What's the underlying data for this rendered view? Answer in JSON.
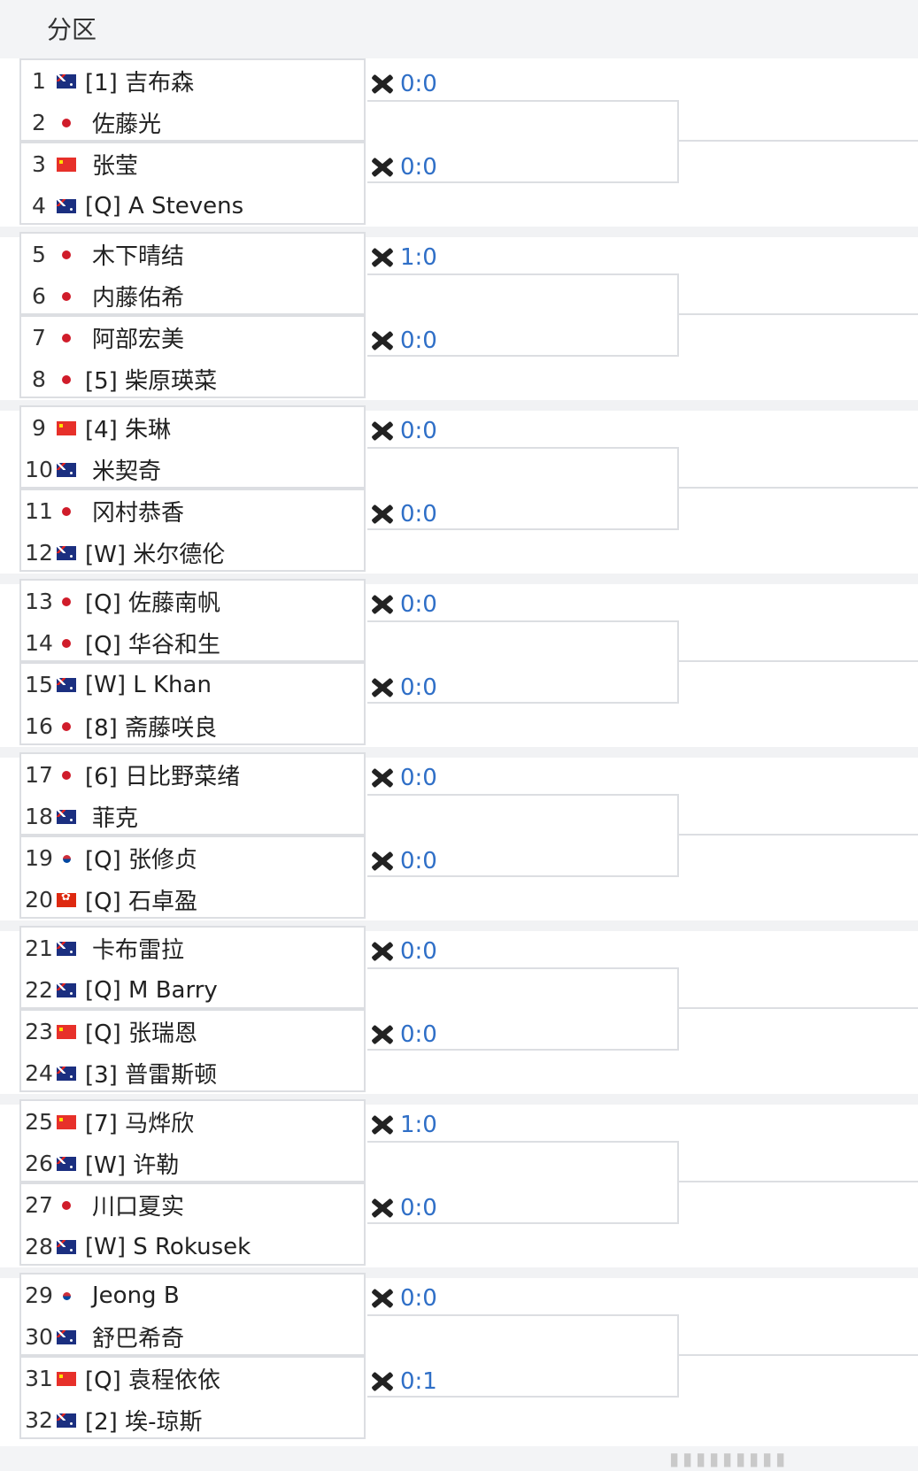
{
  "header": {
    "title": "分区"
  },
  "sections": [
    {
      "players": [
        {
          "num": "1",
          "flag": "au",
          "name": "[1] 吉布森"
        },
        {
          "num": "2",
          "flag": "jp",
          "name": "佐藤光"
        },
        {
          "num": "3",
          "flag": "cn",
          "name": "张莹"
        },
        {
          "num": "4",
          "flag": "au",
          "name": "[Q] A Stevens"
        }
      ],
      "scores": [
        "0:0",
        "0:0"
      ]
    },
    {
      "players": [
        {
          "num": "5",
          "flag": "jp",
          "name": "木下晴结"
        },
        {
          "num": "6",
          "flag": "jp",
          "name": "内藤佑希"
        },
        {
          "num": "7",
          "flag": "jp",
          "name": "阿部宏美"
        },
        {
          "num": "8",
          "flag": "jp",
          "name": "[5] 柴原瑛菜"
        }
      ],
      "scores": [
        "1:0",
        "0:0"
      ]
    },
    {
      "players": [
        {
          "num": "9",
          "flag": "cn",
          "name": "[4] 朱琳"
        },
        {
          "num": "10",
          "flag": "au",
          "name": "米契奇"
        },
        {
          "num": "11",
          "flag": "jp",
          "name": "冈村恭香"
        },
        {
          "num": "12",
          "flag": "au",
          "name": "[W] 米尔德伦"
        }
      ],
      "scores": [
        "0:0",
        "0:0"
      ]
    },
    {
      "players": [
        {
          "num": "13",
          "flag": "jp",
          "name": "[Q] 佐藤南帆"
        },
        {
          "num": "14",
          "flag": "jp",
          "name": "[Q] 华谷和生"
        },
        {
          "num": "15",
          "flag": "au",
          "name": "[W] L Khan"
        },
        {
          "num": "16",
          "flag": "jp",
          "name": "[8] 斋藤咲良"
        }
      ],
      "scores": [
        "0:0",
        "0:0"
      ]
    },
    {
      "players": [
        {
          "num": "17",
          "flag": "jp",
          "name": "[6] 日比野菜绪"
        },
        {
          "num": "18",
          "flag": "au",
          "name": "菲克"
        },
        {
          "num": "19",
          "flag": "kr",
          "name": "[Q] 张修贞"
        },
        {
          "num": "20",
          "flag": "hk",
          "name": "[Q] 石卓盈"
        }
      ],
      "scores": [
        "0:0",
        "0:0"
      ]
    },
    {
      "players": [
        {
          "num": "21",
          "flag": "au",
          "name": "卡布雷拉"
        },
        {
          "num": "22",
          "flag": "au",
          "name": "[Q] M Barry"
        },
        {
          "num": "23",
          "flag": "cn",
          "name": "[Q] 张瑞恩"
        },
        {
          "num": "24",
          "flag": "au",
          "name": "[3] 普雷斯顿"
        }
      ],
      "scores": [
        "0:0",
        "0:0"
      ]
    },
    {
      "players": [
        {
          "num": "25",
          "flag": "cn",
          "name": "[7] 马烨欣"
        },
        {
          "num": "26",
          "flag": "au",
          "name": "[W] 许勒"
        },
        {
          "num": "27",
          "flag": "jp",
          "name": "川口夏实"
        },
        {
          "num": "28",
          "flag": "au",
          "name": "[W] S Rokusek"
        }
      ],
      "scores": [
        "1:0",
        "0:0"
      ]
    },
    {
      "players": [
        {
          "num": "29",
          "flag": "kr",
          "name": "Jeong B"
        },
        {
          "num": "30",
          "flag": "au",
          "name": "舒巴希奇"
        },
        {
          "num": "31",
          "flag": "cn",
          "name": "[Q] 袁程依依"
        },
        {
          "num": "32",
          "flag": "au",
          "name": "[2] 埃-琼斯"
        }
      ],
      "scores": [
        "0:0",
        "0:1"
      ]
    }
  ]
}
